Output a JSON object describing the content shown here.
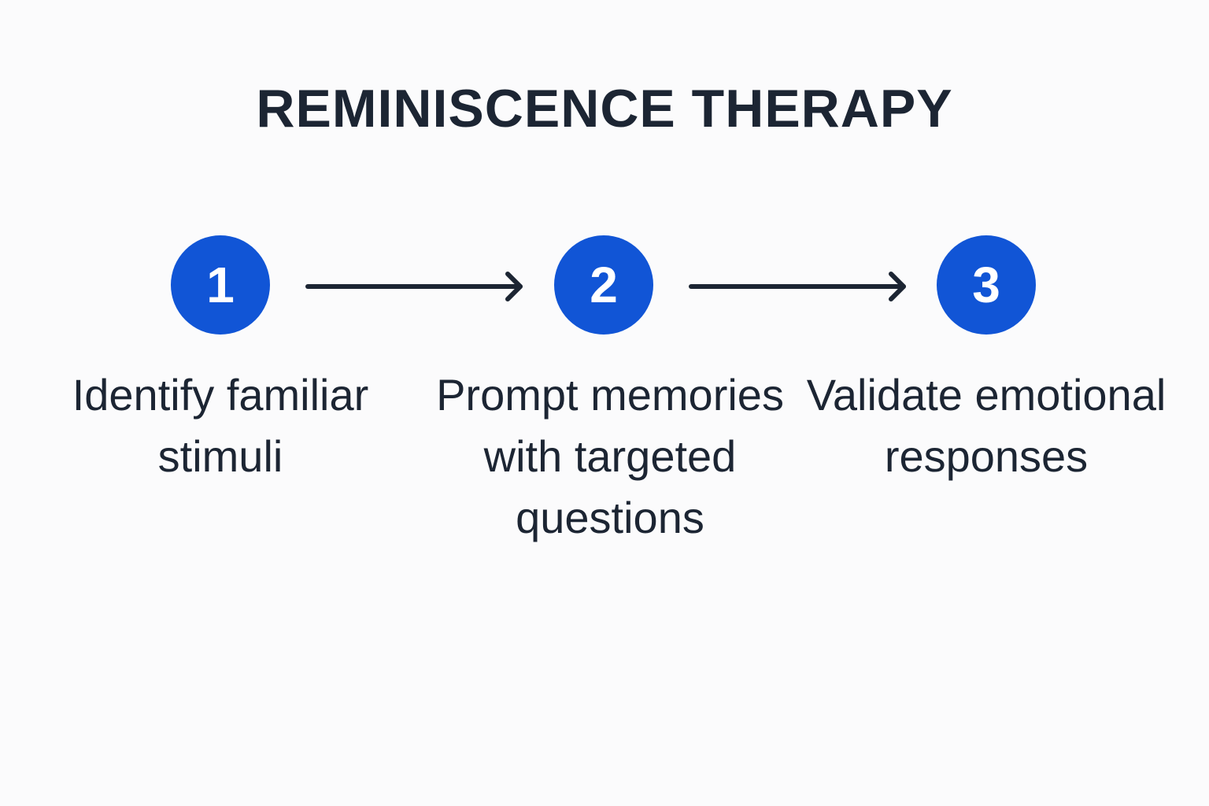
{
  "title": "REMINISCENCE THERAPY",
  "colors": {
    "background": "#fbfbfc",
    "text": "#1c2533",
    "circle": "#1155d6",
    "circle_text": "#ffffff",
    "arrow": "#1c2533"
  },
  "steps": [
    {
      "number": "1",
      "label": "Identify familiar stimuli"
    },
    {
      "number": "2",
      "label": "Prompt memories with targeted questions"
    },
    {
      "number": "3",
      "label": "Validate emotional responses"
    }
  ],
  "arrows": [
    {
      "from": "1",
      "to": "2",
      "icon": "arrow-right-icon"
    },
    {
      "from": "2",
      "to": "3",
      "icon": "arrow-right-icon"
    }
  ]
}
